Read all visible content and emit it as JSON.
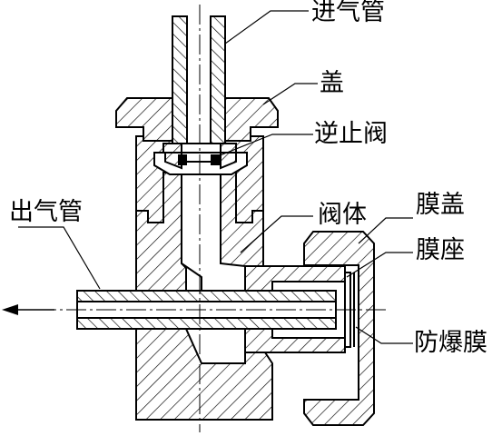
{
  "labels": {
    "inlet_pipe": "进气管",
    "cover": "盖",
    "check_valve": "逆止阀",
    "valve_body": "阀体",
    "outlet_pipe": "出气管",
    "membrane_cover": "膜盖",
    "membrane_seat": "膜座",
    "burst_membrane": "防爆膜"
  }
}
